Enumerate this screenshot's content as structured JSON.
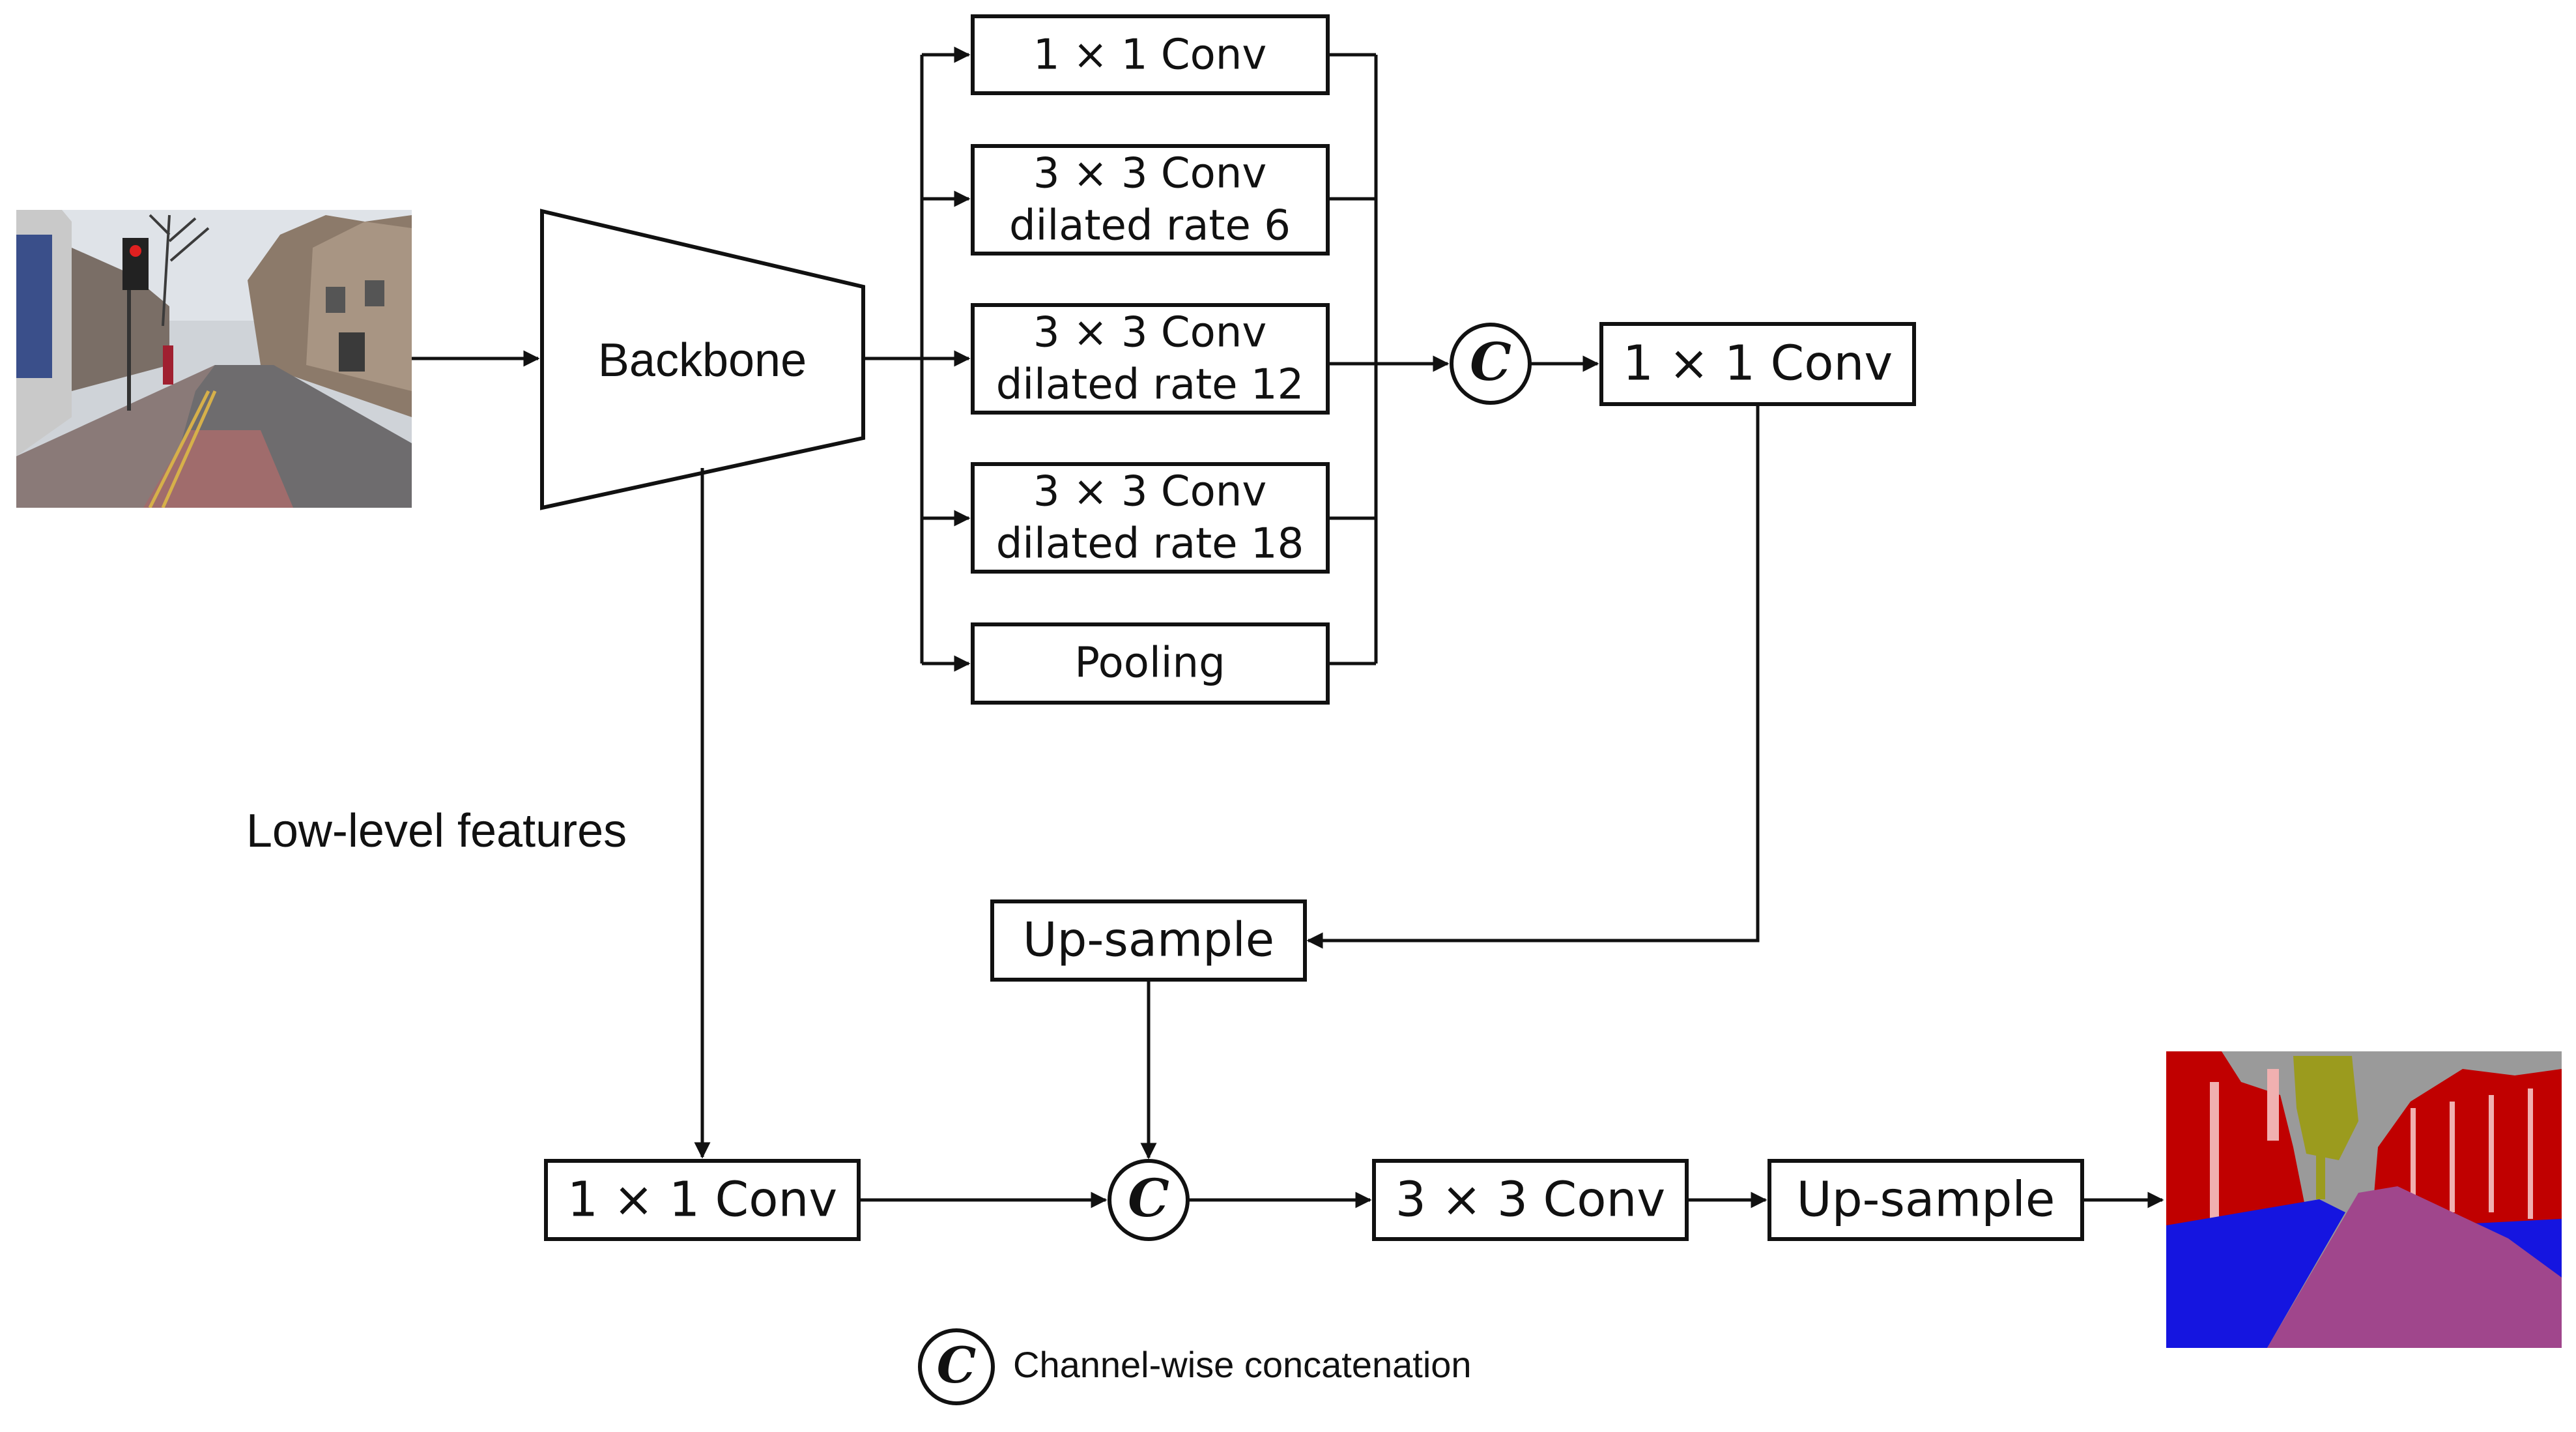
{
  "backbone": {
    "label": "Backbone"
  },
  "aspp": {
    "branches": [
      {
        "line1": "1 × 1 Conv",
        "line2": ""
      },
      {
        "line1": "3 × 3 Conv",
        "line2": "dilated rate 6"
      },
      {
        "line1": "3 × 3 Conv",
        "line2": "dilated rate 12"
      },
      {
        "line1": "3 × 3 Conv",
        "line2": "dilated rate 18"
      },
      {
        "line1": "Pooling",
        "line2": ""
      }
    ]
  },
  "encoder_conv": {
    "label": "1 × 1 Conv"
  },
  "upsample_top": {
    "label": "Up-sample"
  },
  "low_level": {
    "label": "Low-level features"
  },
  "decoder": {
    "low_conv": {
      "label": "1 × 1 Conv"
    },
    "conv3": {
      "label": "3 × 3 Conv"
    },
    "upsample": {
      "label": "Up-sample"
    }
  },
  "concat_symbol": "C",
  "legend": {
    "symbol": "C",
    "text": "Channel-wise concatenation"
  },
  "colors": {
    "sky": "#9a9a9a",
    "building": "#c00000",
    "road": "#a0468c",
    "sidewalk": "#1515e0",
    "tree": "#9b9b1e",
    "pole": "#f0b0b0"
  }
}
